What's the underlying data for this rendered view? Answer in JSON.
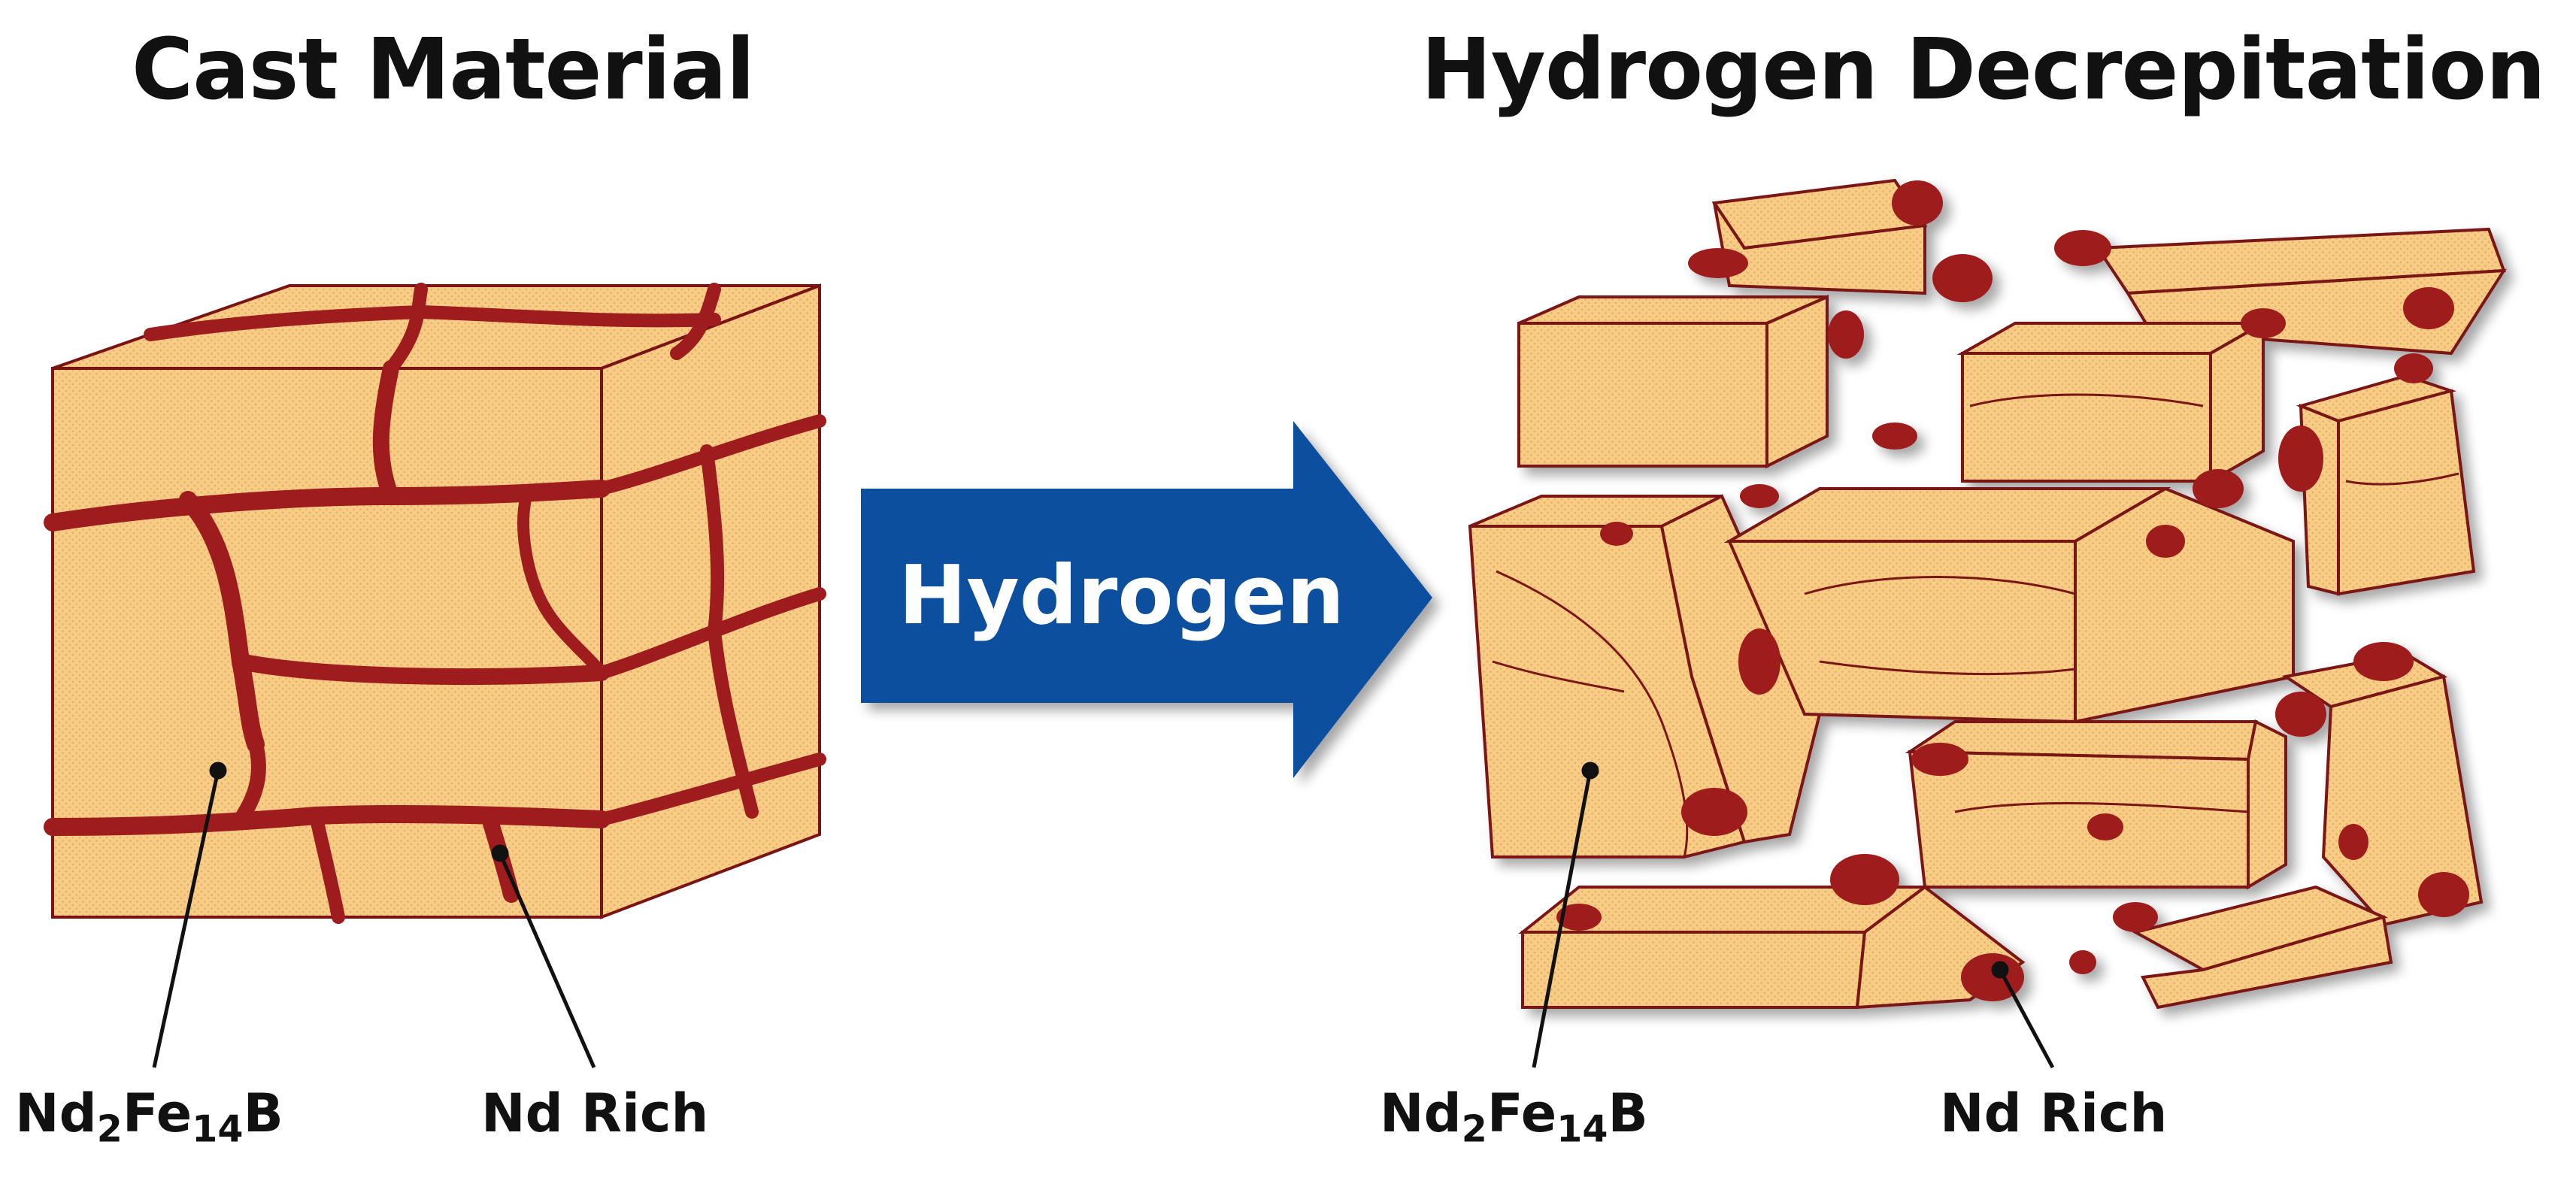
{
  "titles": {
    "left": "Cast Material",
    "right": "Hydrogen Decrepitation"
  },
  "arrow": {
    "label": "Hydrogen"
  },
  "labels": {
    "left_phase": {
      "base": "Nd",
      "sub1": "2",
      "mid": "Fe",
      "sub2": "14",
      "tail": "B"
    },
    "left_boundary": "Nd Rich",
    "right_phase": {
      "base": "Nd",
      "sub1": "2",
      "mid": "Fe",
      "sub2": "14",
      "tail": "B"
    },
    "right_boundary": "Nd Rich"
  },
  "colors": {
    "grain": "#F8CC84",
    "grain_dot": "#E2AE68",
    "nd_rich": "#9E1B1E",
    "outline": "#7A1414",
    "arrow": "#0B4F9F",
    "text": "#111111"
  }
}
